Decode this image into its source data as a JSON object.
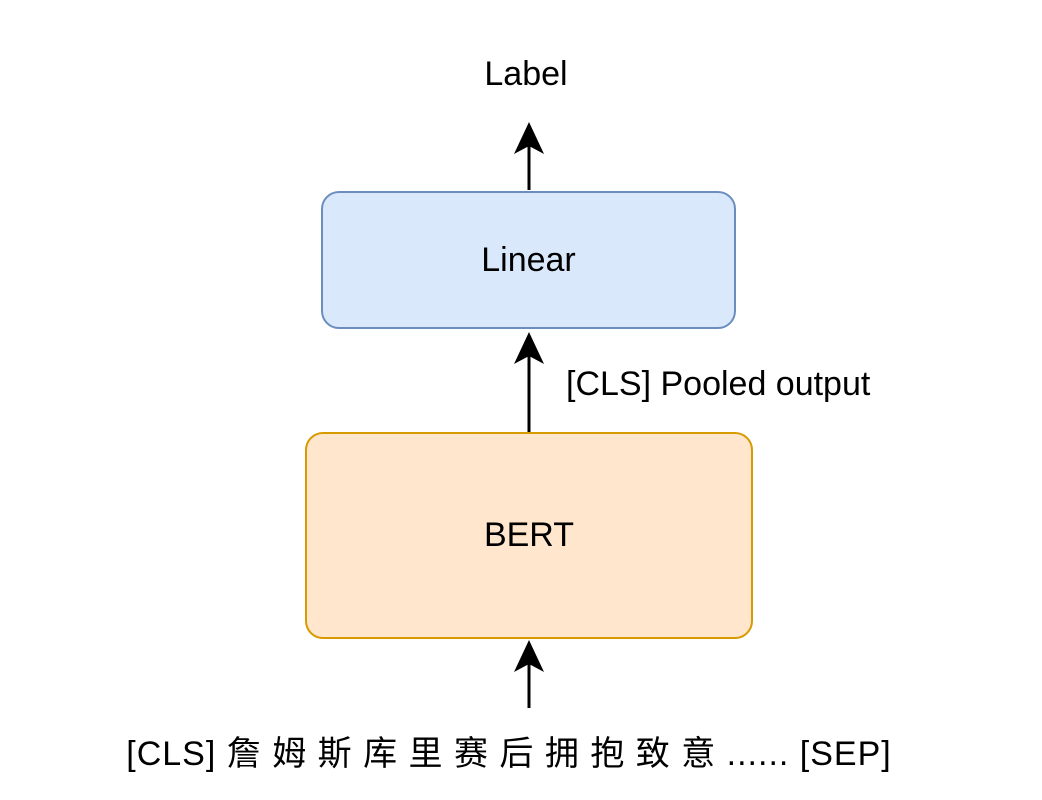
{
  "output_label": "Label",
  "linear": {
    "label": "Linear",
    "fill": "#dae8fc",
    "border": "#6c8ebf"
  },
  "bert": {
    "label": "BERT",
    "fill": "#ffe6cc",
    "border": "#d79b00"
  },
  "edge_label": "[CLS] Pooled output",
  "input_sequence": "[CLS] 詹 姆 斯 库 里 赛 后 拥 抱 致 意 ...... [SEP]",
  "colors": {
    "arrow": "#000000",
    "text": "#000000",
    "background": "#ffffff"
  }
}
